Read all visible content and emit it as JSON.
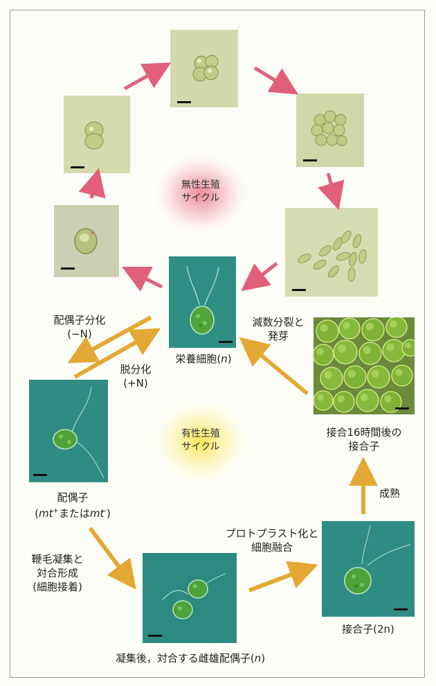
{
  "asexual_cycle": {
    "line1": "無性生殖",
    "line2": "サイクル"
  },
  "sexual_cycle": {
    "line1": "有性生殖",
    "line2": "サイクル"
  },
  "vegetative": {
    "label": "栄養細胞",
    "ploidy": "n"
  },
  "gametogenesis": {
    "line1": "配偶子分化",
    "line2": "(−N)"
  },
  "dedifferentiation": {
    "line1": "脱分化",
    "line2": "(+N)"
  },
  "meiosis": {
    "line1": "減数分裂と",
    "line2": "発芽"
  },
  "zygote_16h": {
    "line1": "接合16時間後の",
    "line2": "接合子"
  },
  "maturation": "成熟",
  "gamete": {
    "line1": "配偶子",
    "mt_plus": "mt",
    "plus": "+",
    "or": "または",
    "mt_minus": "mt",
    "minus": "-"
  },
  "agglutination": {
    "line1": "鞭毛凝集と",
    "line2": "対合形成",
    "line3": "(細胞接着)"
  },
  "fusion": {
    "line1": "プロトプラスト化と",
    "line2": "細胞融合"
  },
  "zygote": {
    "label": "接合子",
    "ploidy": "2n"
  },
  "mating_pair": {
    "label": "凝集後，対合する雌雄配偶子",
    "ploidy": "n"
  },
  "colors": {
    "asexual_arrow": "#e0607a",
    "sexual_arrow": "#e3a934",
    "photo_beige": "#cfd6a8",
    "photo_teal": "#2f8f84"
  }
}
